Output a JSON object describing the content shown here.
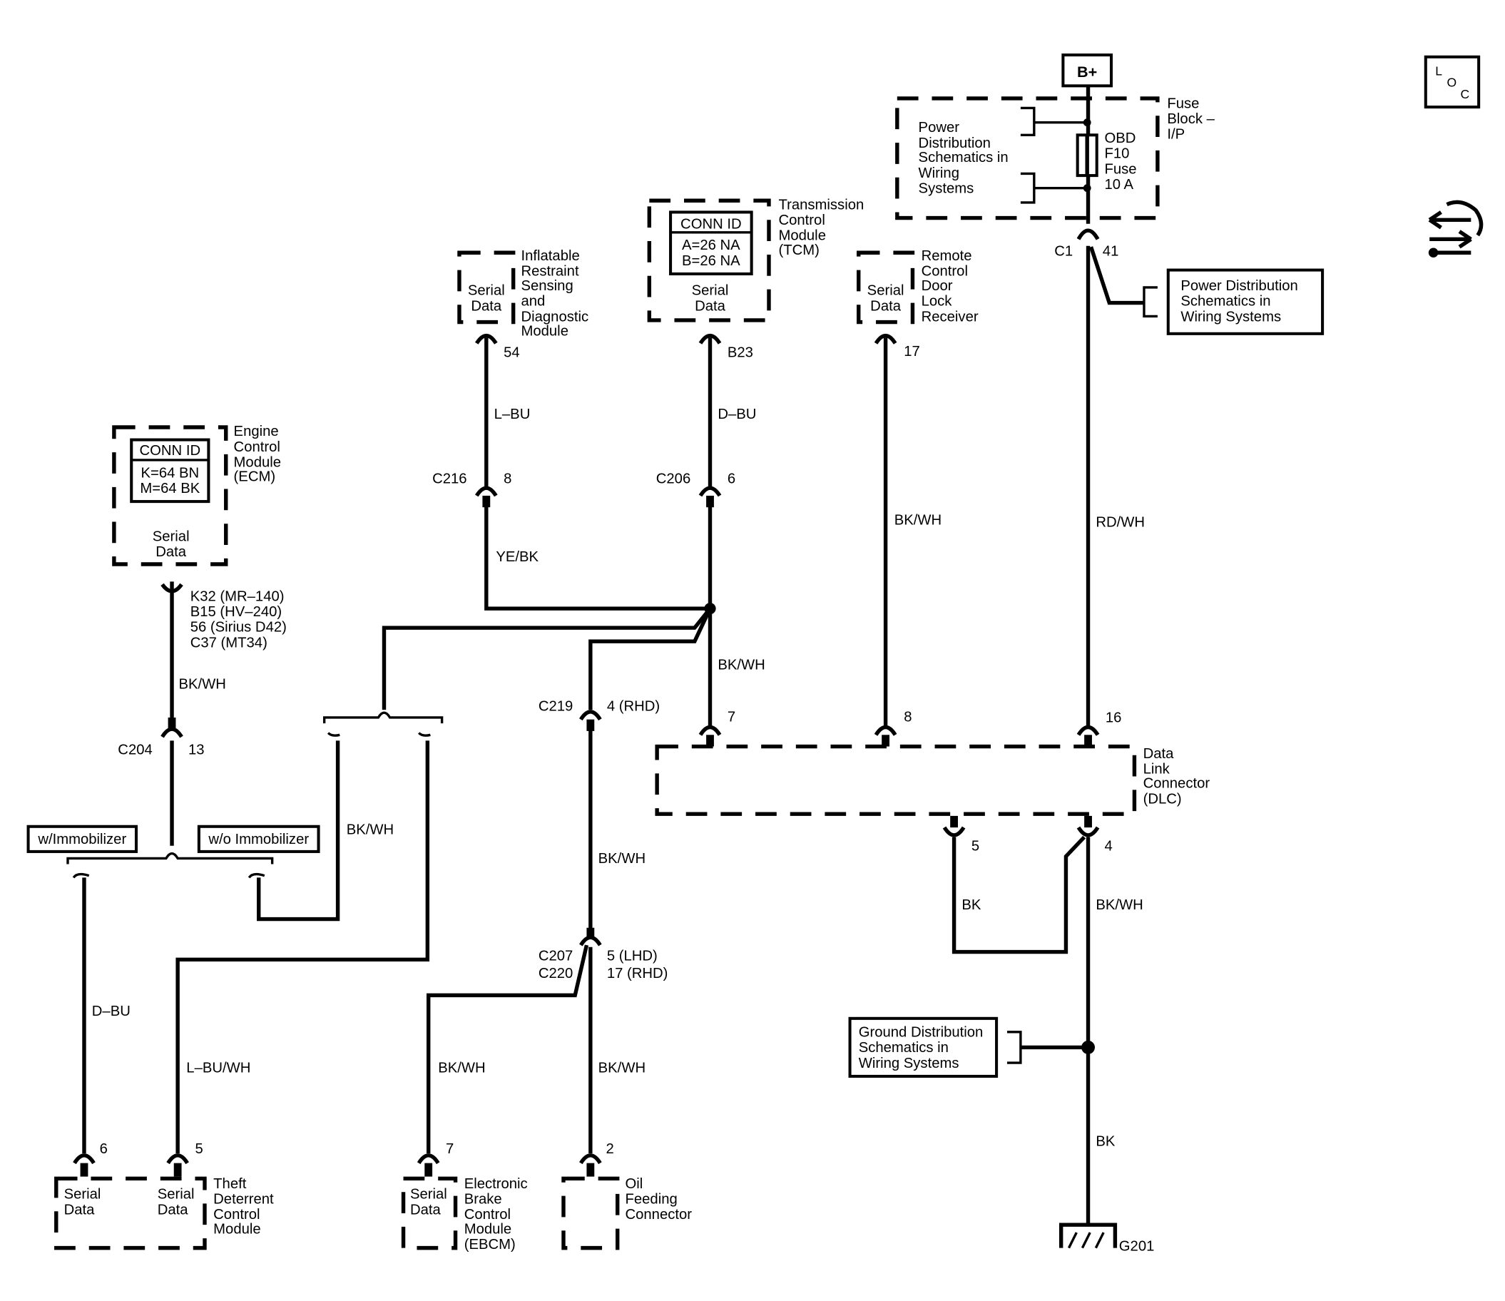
{
  "power": {
    "bplus": "B+"
  },
  "loc_icon": "L O C",
  "fuse": {
    "block": [
      "Fuse",
      "Block –",
      "I/P"
    ],
    "pds": [
      "Power",
      "Distribution",
      "Schematics in",
      "Wiring",
      "Systems"
    ],
    "name": [
      "OBD",
      "F10",
      "Fuse",
      "10 A"
    ]
  },
  "c1": {
    "conn": "C1",
    "pin": "41"
  },
  "pds_box": [
    "Power Distribution",
    "Schematics in",
    "Wiring Systems"
  ],
  "irsdm": {
    "name": [
      "Inflatable",
      "Restraint",
      "Sensing",
      "and",
      "Diagnostic",
      "Module"
    ],
    "serial": [
      "Serial",
      "Data"
    ],
    "pin": "54"
  },
  "tcm": {
    "name": [
      "Transmission",
      "Control",
      "Module",
      "(TCM)"
    ],
    "conn_id": "CONN ID",
    "ids": [
      "A=26 NA",
      "B=26 NA"
    ],
    "serial": [
      "Serial",
      "Data"
    ],
    "pin": "B23"
  },
  "rcdlr": {
    "name": [
      "Remote",
      "Control",
      "Door",
      "Lock",
      "Receiver"
    ],
    "serial": [
      "Serial",
      "Data"
    ],
    "pin": "17"
  },
  "ecm": {
    "name": [
      "Engine",
      "Control",
      "Module",
      "(ECM)"
    ],
    "conn_id": "CONN ID",
    "ids": [
      "K=64 BN",
      "M=64 BK"
    ],
    "serial": [
      "Serial",
      "Data"
    ],
    "pins": [
      "K32 (MR–140)",
      "B15 (HV–240)",
      "56 (Sirius D42)",
      "C37 (MT34)"
    ]
  },
  "wires": {
    "lbu": "L–BU",
    "dbu": "D–BU",
    "bkwh": "BK/WH",
    "yebk": "YE/BK",
    "rdwh": "RD/WH",
    "bk": "BK",
    "dbu2": "D–BU",
    "lbuwh": "L–BU/WH"
  },
  "connectors": {
    "c216": "C216",
    "c216_pin": "8",
    "c206": "C206",
    "c206_pin": "6",
    "c219": "C219",
    "c219_pin": "4 (RHD)",
    "c204": "C204",
    "c204_pin": "13",
    "c207": "C207",
    "c220": "C220",
    "c207_pin": "5 (LHD)",
    "c220_pin": "17 (RHD)"
  },
  "options": {
    "with": "w/Immobilizer",
    "without": "w/o Immobilizer"
  },
  "dlc": {
    "name": [
      "Data",
      "Link",
      "Connector",
      "(DLC)"
    ],
    "pins_top": [
      "7",
      "8",
      "16"
    ],
    "pins_bottom": [
      "5",
      "4"
    ]
  },
  "gds_box": [
    "Ground Distribution",
    "Schematics in",
    "Wiring Systems"
  ],
  "ground": "G201",
  "tdcm": {
    "name": [
      "Theft",
      "Deterrent",
      "Control",
      "Module"
    ],
    "serial": [
      "Serial",
      "Data"
    ],
    "pins": [
      "6",
      "5"
    ]
  },
  "ebcm": {
    "name": [
      "Electronic",
      "Brake",
      "Control",
      "Module",
      "(EBCM)"
    ],
    "serial": [
      "Serial",
      "Data"
    ],
    "pin": "7"
  },
  "ofc": {
    "name": [
      "Oil",
      "Feeding",
      "Connector"
    ],
    "pin": "2"
  }
}
